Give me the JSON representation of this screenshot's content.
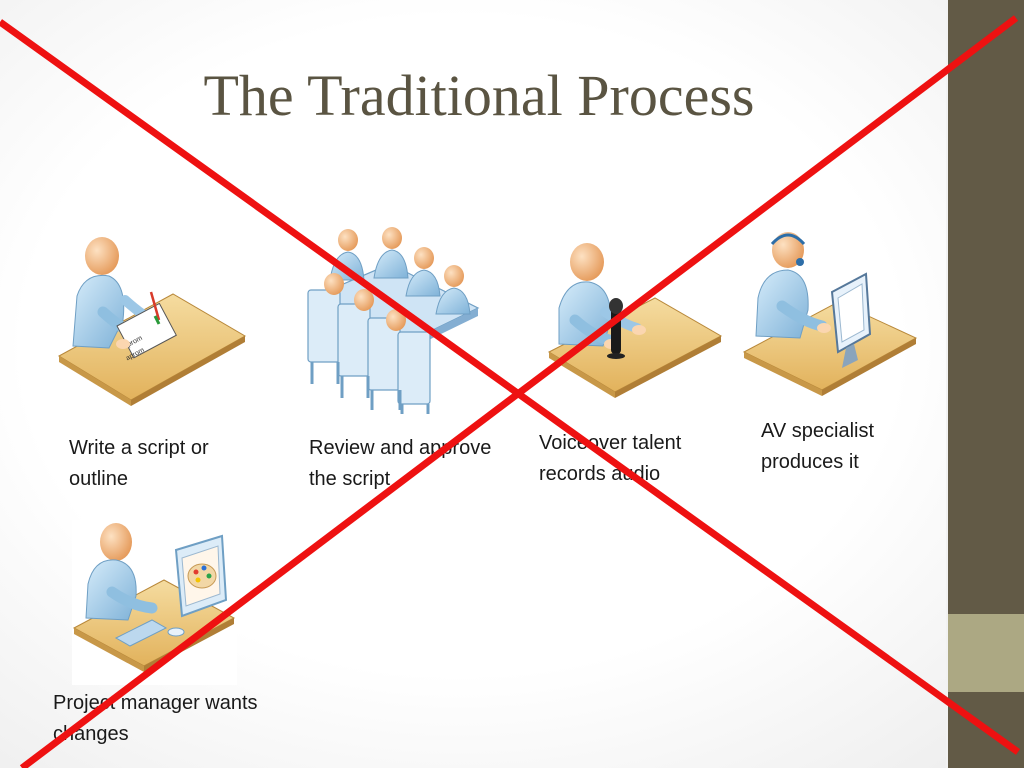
{
  "slide": {
    "title": "The Traditional Process",
    "steps": [
      {
        "caption": "Write a script or outline",
        "illustration": "person-writing-at-desk-icon"
      },
      {
        "caption": "Review and approve the script",
        "illustration": "meeting-table-group-icon"
      },
      {
        "caption": "Voiceover talent records audio",
        "illustration": "person-with-microphone-icon"
      },
      {
        "caption": "AV specialist produces it",
        "illustration": "person-with-headset-monitor-icon"
      },
      {
        "caption": "Project manager wants changes",
        "illustration": "person-with-paint-monitor-icon"
      }
    ],
    "document_text": [
      "ɯoɹdɐ",
      "ɯoɹdɐ"
    ]
  },
  "colors": {
    "title": "#5a5442",
    "sidebar": "#625a46",
    "sidebar_accent": "#aca883",
    "cross": "#ee1111",
    "figure": "#a9cde8",
    "desk": "#e9c77b"
  }
}
